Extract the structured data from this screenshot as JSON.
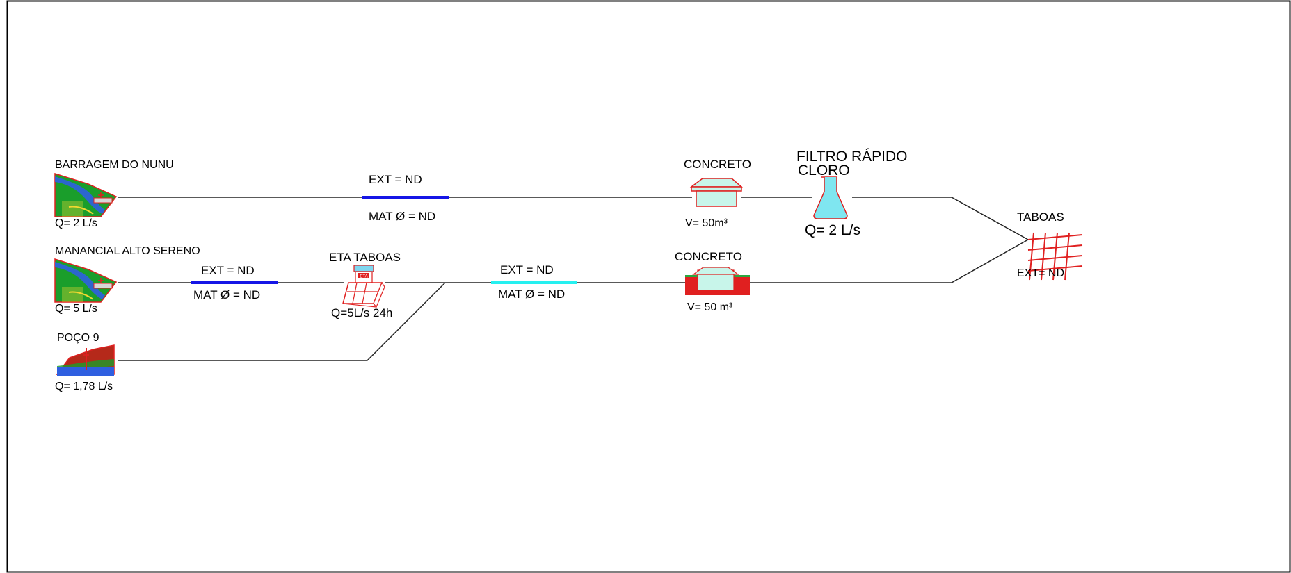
{
  "sources": {
    "barragem": {
      "name": "BARRAGEM DO  NUNU",
      "flow": "Q= 2 L/s",
      "icon": "dam-reservoir-icon"
    },
    "manancial": {
      "name": "MANANCIAL ALTO SERENO",
      "flow": "Q= 5 L/s",
      "icon": "dam-reservoir-icon"
    },
    "poco": {
      "name": "POÇO 9",
      "flow": "Q= 1,78 L/s",
      "icon": "well-icon"
    }
  },
  "pipes": {
    "top": {
      "ext": "EXT = ND",
      "mat": "MAT Ø = ND",
      "color": "#1515e6"
    },
    "middle_left": {
      "ext": "EXT = ND",
      "mat": "MAT Ø = ND",
      "color": "#1515e6"
    },
    "middle_right": {
      "ext": "EXT = ND",
      "mat": "MAT Ø = ND",
      "color": "#25f0f0"
    }
  },
  "treatment": {
    "eta": {
      "name": "ETA TABOAS",
      "flow": "Q=5L/s 24h",
      "sign": "ETA",
      "icon": "treatment-plant-icon"
    },
    "filtro": {
      "name": "FILTRO RÁPIDO",
      "sub": "CLORO",
      "flow": "Q= 2 L/s",
      "icon": "flask-icon"
    }
  },
  "reservoirs": {
    "top": {
      "name": "CONCRETO",
      "volume": "V= 50m³",
      "icon": "elevated-reservoir-icon"
    },
    "bottom": {
      "name": "CONCRETO",
      "volume": "V= 50 m³",
      "icon": "buried-reservoir-icon"
    }
  },
  "destination": {
    "name": "TABOAS",
    "ext": "EXT= ND",
    "icon": "city-grid-icon"
  },
  "colors": {
    "line": "#222222",
    "icon_outline": "#e02020",
    "reservoir_fill": "#c8f5ea",
    "flask_fill": "#7fe6f0"
  }
}
